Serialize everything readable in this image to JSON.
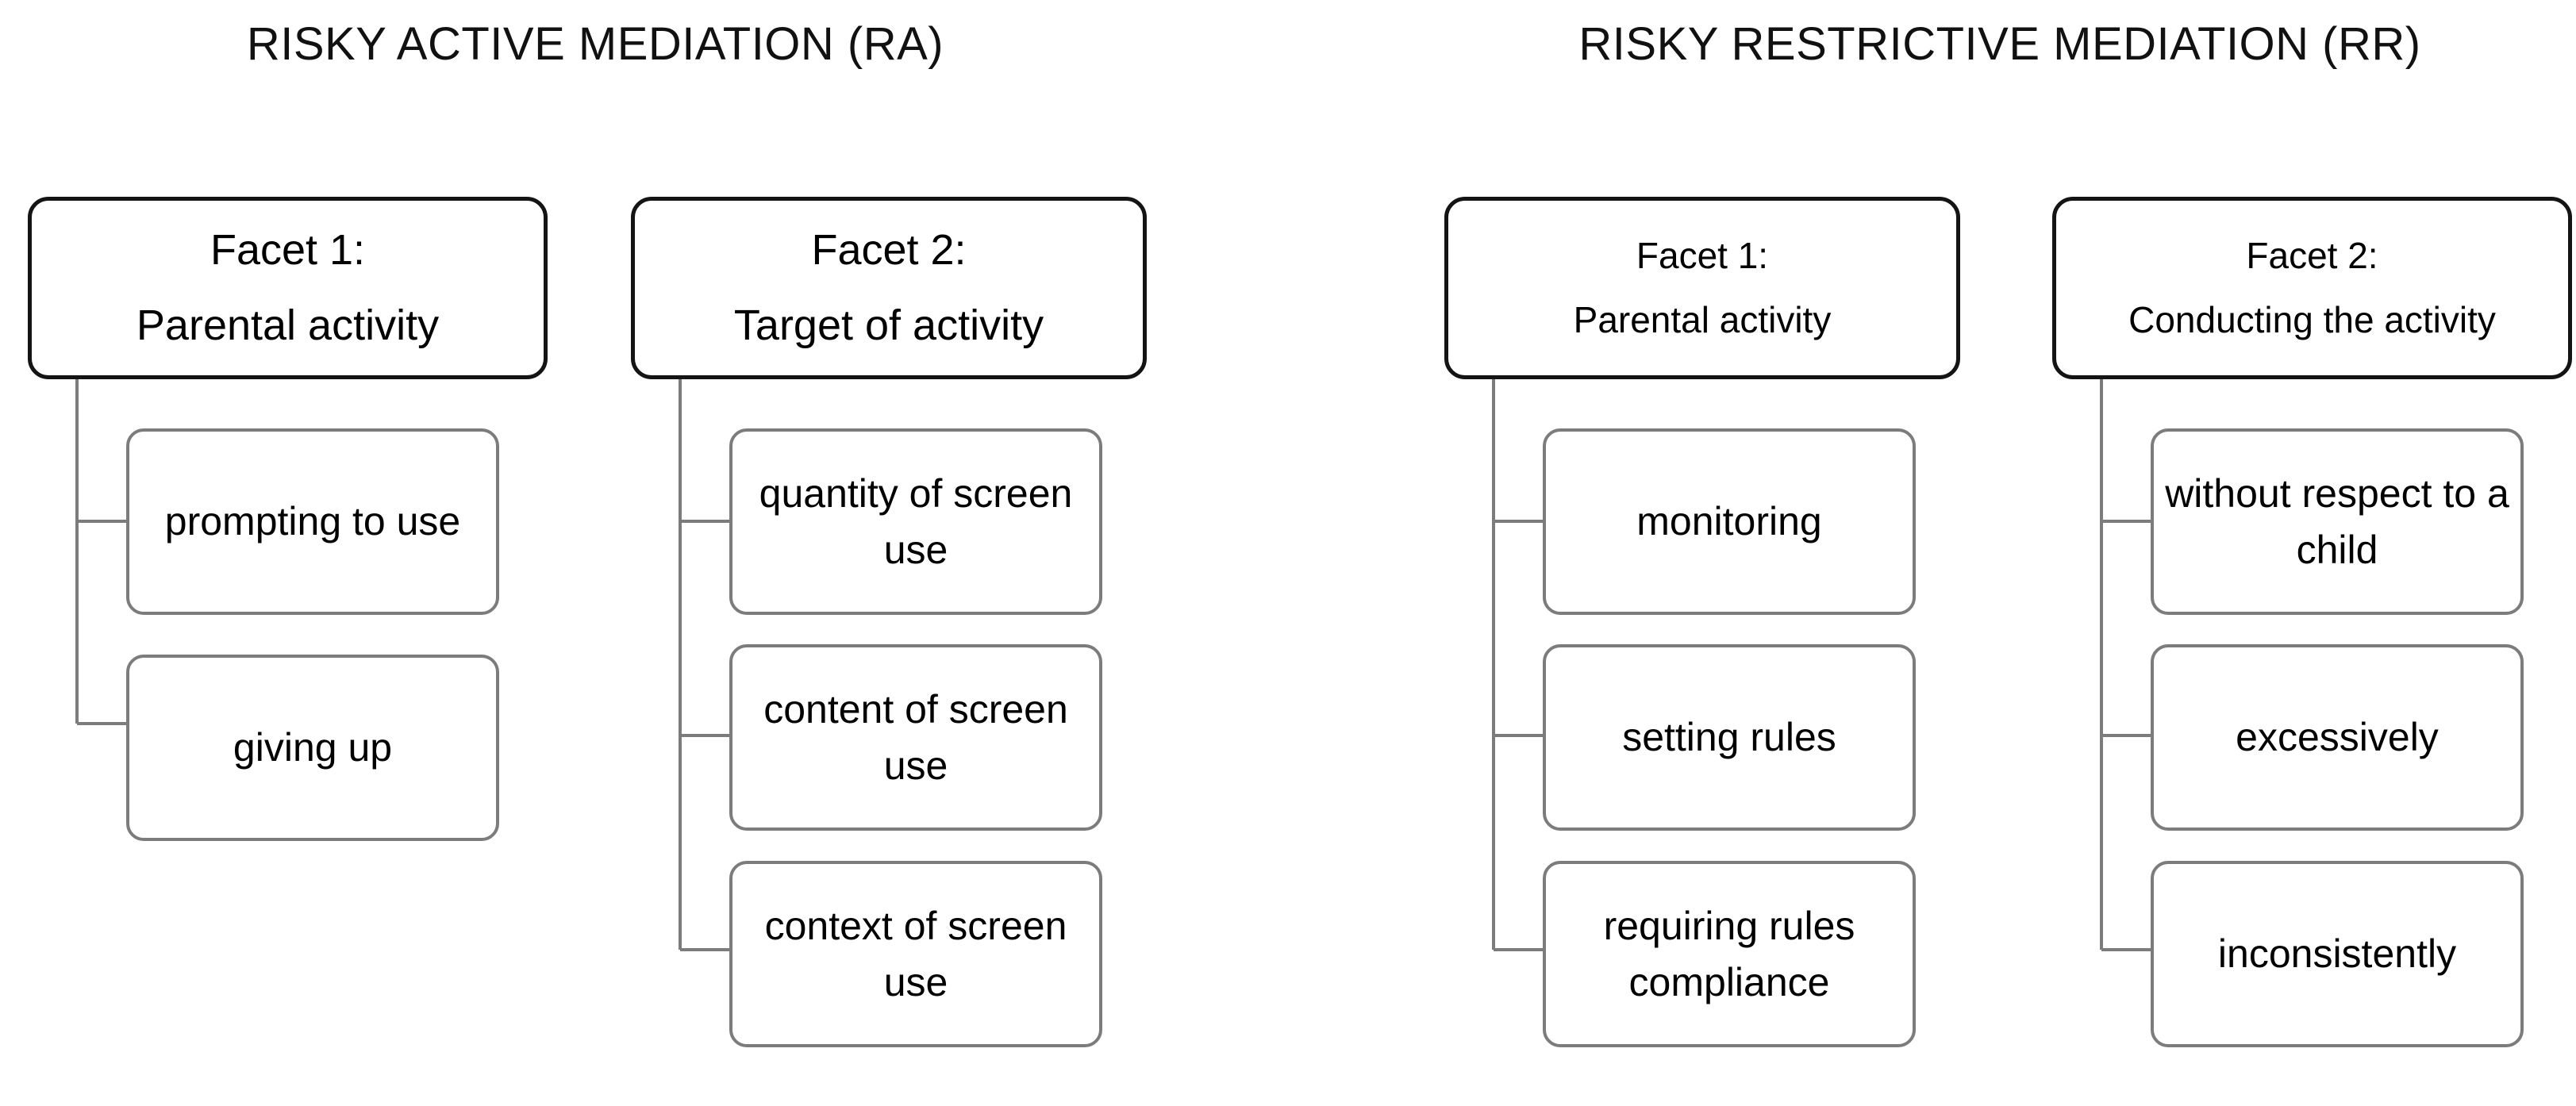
{
  "sections": [
    {
      "id": "ra",
      "title": "RISKY ACTIVE MEDIATION (RA)",
      "columns": [
        {
          "id": "ra-f1",
          "facet": {
            "line1": "Facet 1:",
            "line2": "Parental activity"
          },
          "children": [
            {
              "label": "prompting to use"
            },
            {
              "label": "giving up"
            }
          ]
        },
        {
          "id": "ra-f2",
          "facet": {
            "line1": "Facet 2:",
            "line2": "Target of activity"
          },
          "children": [
            {
              "label": "quantity of screen use"
            },
            {
              "label": "content of screen use"
            },
            {
              "label": "context of screen use"
            }
          ]
        }
      ]
    },
    {
      "id": "rr",
      "title": "RISKY RESTRICTIVE MEDIATION (RR)",
      "columns": [
        {
          "id": "rr-f1",
          "facet": {
            "line1": "Facet 1:",
            "line2": "Parental activity"
          },
          "children": [
            {
              "label": "monitoring"
            },
            {
              "label": "setting rules"
            },
            {
              "label": "requiring rules compliance"
            }
          ]
        },
        {
          "id": "rr-f2",
          "facet": {
            "line1": "Facet 2:",
            "line2": "Conducting the activity"
          },
          "children": [
            {
              "label": "without respect to a child"
            },
            {
              "label": "excessively"
            },
            {
              "label": "inconsistently"
            }
          ]
        }
      ]
    }
  ],
  "colors": {
    "background": "#ffffff",
    "facet_border": "#141414",
    "leaf_border": "#7c7c7c",
    "connector": "#7c7c7c",
    "text": "#000000"
  }
}
